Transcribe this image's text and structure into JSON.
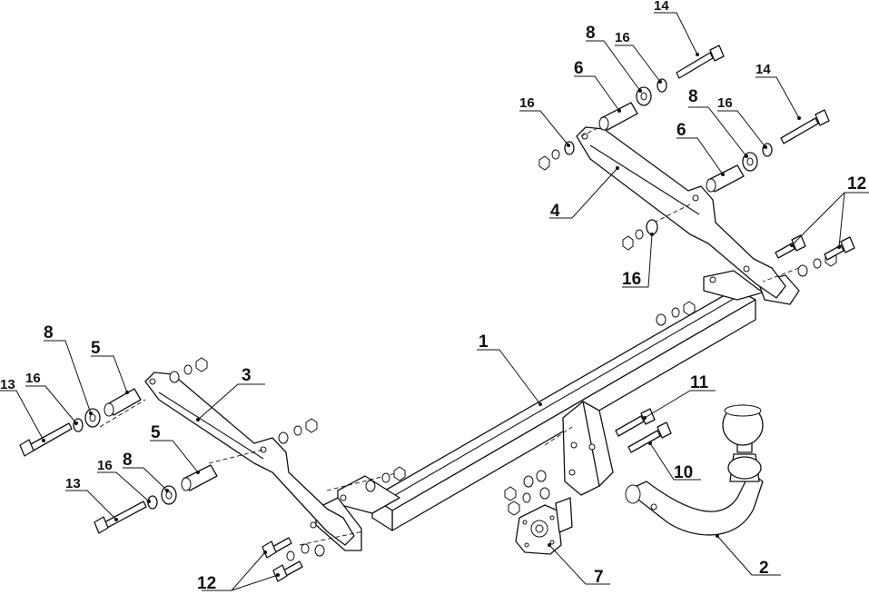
{
  "labels": {
    "crossbar": "1",
    "towball": "2",
    "left_bracket": "3",
    "right_bracket": "4",
    "spacer_left": "5",
    "spacer_right": "6",
    "socket_plate": "7",
    "washer_large": "8",
    "bolt_ball_a": "10",
    "bolt_ball_b": "11",
    "bolts_12": "12",
    "bolt_13": "13",
    "bolt_14": "14",
    "washer_16": "16"
  },
  "colors": {
    "ink": "#111111",
    "background": "#ffffff"
  }
}
